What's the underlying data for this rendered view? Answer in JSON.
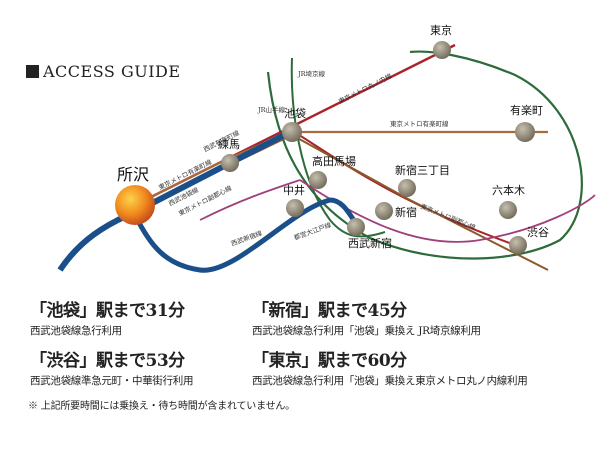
{
  "title": "ACCESS GUIDE",
  "stations": {
    "tokorozawa": "所沢",
    "nerima": "練馬",
    "ikebukuro": "池袋",
    "nakai": "中井",
    "takadanobaba": "高田馬場",
    "shinjuku_sanchome": "新宿三丁目",
    "shinjuku": "新宿",
    "seibu_shinjuku": "西武新宿",
    "tokyo": "東京",
    "yurakucho": "有楽町",
    "roppongi": "六本木",
    "shibuya": "渋谷"
  },
  "line_labels": {
    "saikyo": "JR埼京線",
    "yamanote": "JR山手線",
    "marunouchi": "東京メトロ丸ノ内線",
    "yurakucho_line": "東京メトロ有楽町線",
    "seibu_yurakucho": "西武有楽町線",
    "metro_yurakucho_short": "東京メトロ有楽町線",
    "seibu_ikebukuro": "西武池袋線",
    "fukutoshin_left": "東京メトロ副都心線",
    "fukutoshin_right": "東京メトロ副都心線",
    "seibu_shinjuku_line": "西武新宿線",
    "oedo": "都営大江戸線"
  },
  "access": [
    {
      "head": "「池袋」駅まで31分",
      "sub": "西武池袋線急行利用"
    },
    {
      "head": "「新宿」駅まで45分",
      "sub": "西武池袋線急行利用「池袋」乗換え JR埼京線利用"
    },
    {
      "head": "「渋谷」駅まで53分",
      "sub": "西武池袋線準急元町・中華街行利用"
    },
    {
      "head": "「東京」駅まで60分",
      "sub": "西武池袋線急行利用「池袋」乗換え東京メトロ丸ノ内線利用"
    }
  ],
  "note": "※ 上記所要時間には乗換え・待ち時間が含まれていません。",
  "colors": {
    "seibu_blue": "#1a4f8a",
    "marunouchi_red": "#a8242a",
    "yamanote_green": "#2c6b3a",
    "yurakucho_brown": "#a86a3a",
    "fukutoshin_brown": "#8a5a2b",
    "oedo_magenta": "#a0407a",
    "station_gray": "#8a8270",
    "home_orange": "#e8771a"
  }
}
